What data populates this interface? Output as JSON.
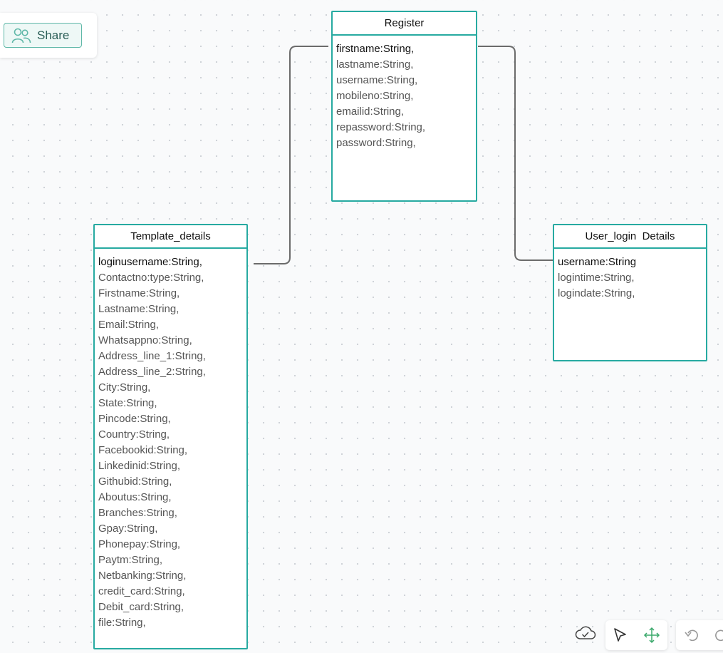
{
  "share": {
    "label": "Share",
    "icon": "people-icon"
  },
  "entities": {
    "register": {
      "title": "Register",
      "attributes": [
        "firstname:String,",
        "lastname:String,",
        "username:String,",
        "mobileno:String,",
        "emailid:String,",
        "repassword:String,",
        "password:String,"
      ]
    },
    "template_details": {
      "title": "Template_details",
      "attributes": [
        "loginusername:String,",
        "Contactno:type:String,",
        "Firstname:String,",
        "Lastname:String,",
        "Email:String,",
        "Whatsappno:String,",
        "Address_line_1:String,",
        "Address_line_2:String,",
        "City:String,",
        "State:String,",
        "Pincode:String,",
        "Country:String,",
        "Facebookid:String,",
        "Linkedinid:String,",
        "Githubid:String,",
        "Aboutus:String,",
        "Branches:String,",
        "Gpay:String,",
        "Phonepay:String,",
        "Paytm:String,",
        "Netbanking:String,",
        "credit_card:String,",
        "Debit_card:String,",
        "file:String,"
      ]
    },
    "user_login": {
      "title": "User_login  Details",
      "attributes": [
        "username:String",
        "logintime:String,",
        "logindate:String,"
      ]
    }
  },
  "colors": {
    "accent": "#27aaa1",
    "connector": "#6b6b6b",
    "canvas": "#f9fafb"
  },
  "toolbar": {
    "icons": [
      "cloud-sync-icon",
      "select-pointer-icon",
      "move-icon",
      "undo-icon",
      "redo-icon"
    ]
  }
}
